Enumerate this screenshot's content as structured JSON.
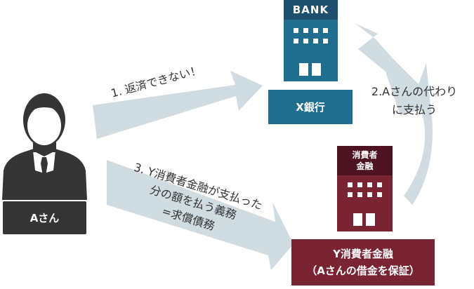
{
  "person": {
    "label": "Aさん"
  },
  "bank": {
    "sign": "BANK",
    "label": "X銀行"
  },
  "consumer_finance": {
    "sign_line1": "消費者",
    "sign_line2": "金融",
    "label_line1": "Y消費者金融",
    "label_line2": "（Aさんの借金を保証）"
  },
  "steps": {
    "step1": "1. 返済できない！",
    "step2_line1": "2.Aさんの代わり",
    "step2_line2": "に支払う",
    "step3_line1": "3. Y消費者金融が支払った",
    "step3_line2": "分の額を払う義務",
    "step3_line3": "=求償債務"
  },
  "colors": {
    "arrow": "#cfdce2",
    "bank_dark": "#1e4f6d",
    "bank_mid": "#1f6e8f",
    "finance_dark": "#4e1320",
    "finance_mid": "#7a2433",
    "person": "#353535"
  }
}
